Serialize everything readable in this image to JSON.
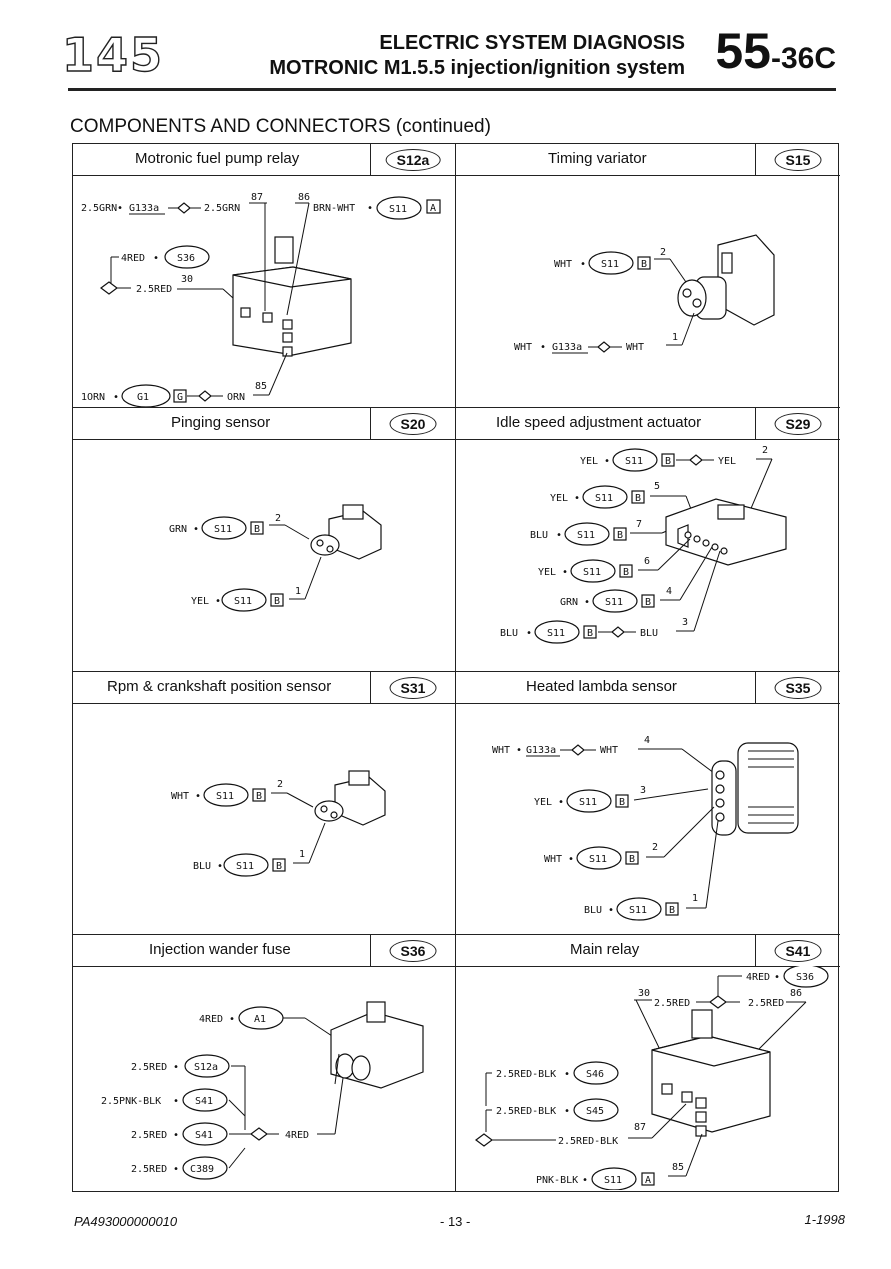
{
  "header": {
    "logo": "145",
    "title_line1": "ELECTRIC SYSTEM DIAGNOSIS",
    "title_line2": "MOTRONIC M1.5.5 injection/ignition system",
    "page_main": "55",
    "page_sub": "-36C"
  },
  "section_title": "COMPONENTS AND CONNECTORS (continued)",
  "components": [
    {
      "title": "Motronic fuel pump relay",
      "code": "S12a",
      "labels": {
        "l1": "2.5GRN",
        "l2": "G133a",
        "l3": "2.5GRN",
        "p87": "87",
        "p86": "86",
        "l4": "BRN-WHT",
        "r1": "S11",
        "b1": "A",
        "l5": "4RED",
        "r2": "S36",
        "p30": "30",
        "l6": "2.5RED",
        "l7": "1ORN",
        "r3": "G1",
        "b2": "G",
        "l8": "ORN",
        "p85": "85"
      }
    },
    {
      "title": "Timing variator",
      "code": "S15",
      "labels": {
        "l1": "WHT",
        "r1": "S11",
        "b1": "B",
        "p2": "2",
        "l2": "WHT",
        "l3": "G133a",
        "l4": "WHT",
        "p1": "1"
      }
    },
    {
      "title": "Pinging sensor",
      "code": "S20",
      "labels": {
        "l1": "GRN",
        "r1": "S11",
        "b1": "B",
        "p2": "2",
        "l2": "YEL",
        "r2": "S11",
        "b2": "B",
        "p1": "1"
      }
    },
    {
      "title": "Idle speed adjustment actuator",
      "code": "S29",
      "labels": {
        "l1": "YEL",
        "r1": "S11",
        "b1": "B",
        "l1b": "YEL",
        "p2": "2",
        "l2": "YEL",
        "r2": "S11",
        "b2": "B",
        "p5": "5",
        "l3": "BLU",
        "r3": "S11",
        "b3": "B",
        "p7": "7",
        "l4": "YEL",
        "r4": "S11",
        "b4": "B",
        "p6": "6",
        "l5": "GRN",
        "r5": "S11",
        "b5": "B",
        "p4": "4",
        "l6": "BLU",
        "r6": "S11",
        "b6": "B",
        "l6b": "BLU",
        "p3": "3"
      }
    },
    {
      "title": "Rpm & crankshaft position sensor",
      "code": "S31",
      "labels": {
        "l1": "WHT",
        "r1": "S11",
        "b1": "B",
        "p2": "2",
        "l2": "BLU",
        "r2": "S11",
        "b2": "B",
        "p1": "1"
      }
    },
    {
      "title": "Heated lambda sensor",
      "code": "S35",
      "labels": {
        "l1": "WHT",
        "l1g": "G133a",
        "l1b": "WHT",
        "p4": "4",
        "l2": "YEL",
        "r2": "S11",
        "b2": "B",
        "p3": "3",
        "l3": "WHT",
        "r3": "S11",
        "b3": "B",
        "p2": "2",
        "l4": "BLU",
        "r4": "S11",
        "b4": "B",
        "p1": "1"
      }
    },
    {
      "title": "Injection wander fuse",
      "code": "S36",
      "labels": {
        "l1": "4RED",
        "r1": "A1",
        "l2": "2.5RED",
        "r2": "S12a",
        "l3": "2.5PNK-BLK",
        "r3": "S41",
        "l4": "2.5RED",
        "r4": "S41",
        "l5": "2.5RED",
        "r5": "C389",
        "l6": "4RED"
      }
    },
    {
      "title": "Main relay",
      "code": "S41",
      "labels": {
        "l1": "4RED",
        "r1": "S36",
        "p30": "30",
        "l2": "2.5RED",
        "l3": "2.5RED",
        "p86": "86",
        "l4": "2.5RED-BLK",
        "r4": "S46",
        "l5": "2.5RED-BLK",
        "r5": "S45",
        "l6": "2.5RED-BLK",
        "p87": "87",
        "l7": "PNK-BLK",
        "r7": "S11",
        "b7": "A",
        "p85": "85"
      }
    }
  ],
  "footer": {
    "doc_id": "PA493000000010",
    "page": "- 13 -",
    "date": "1-1998"
  }
}
